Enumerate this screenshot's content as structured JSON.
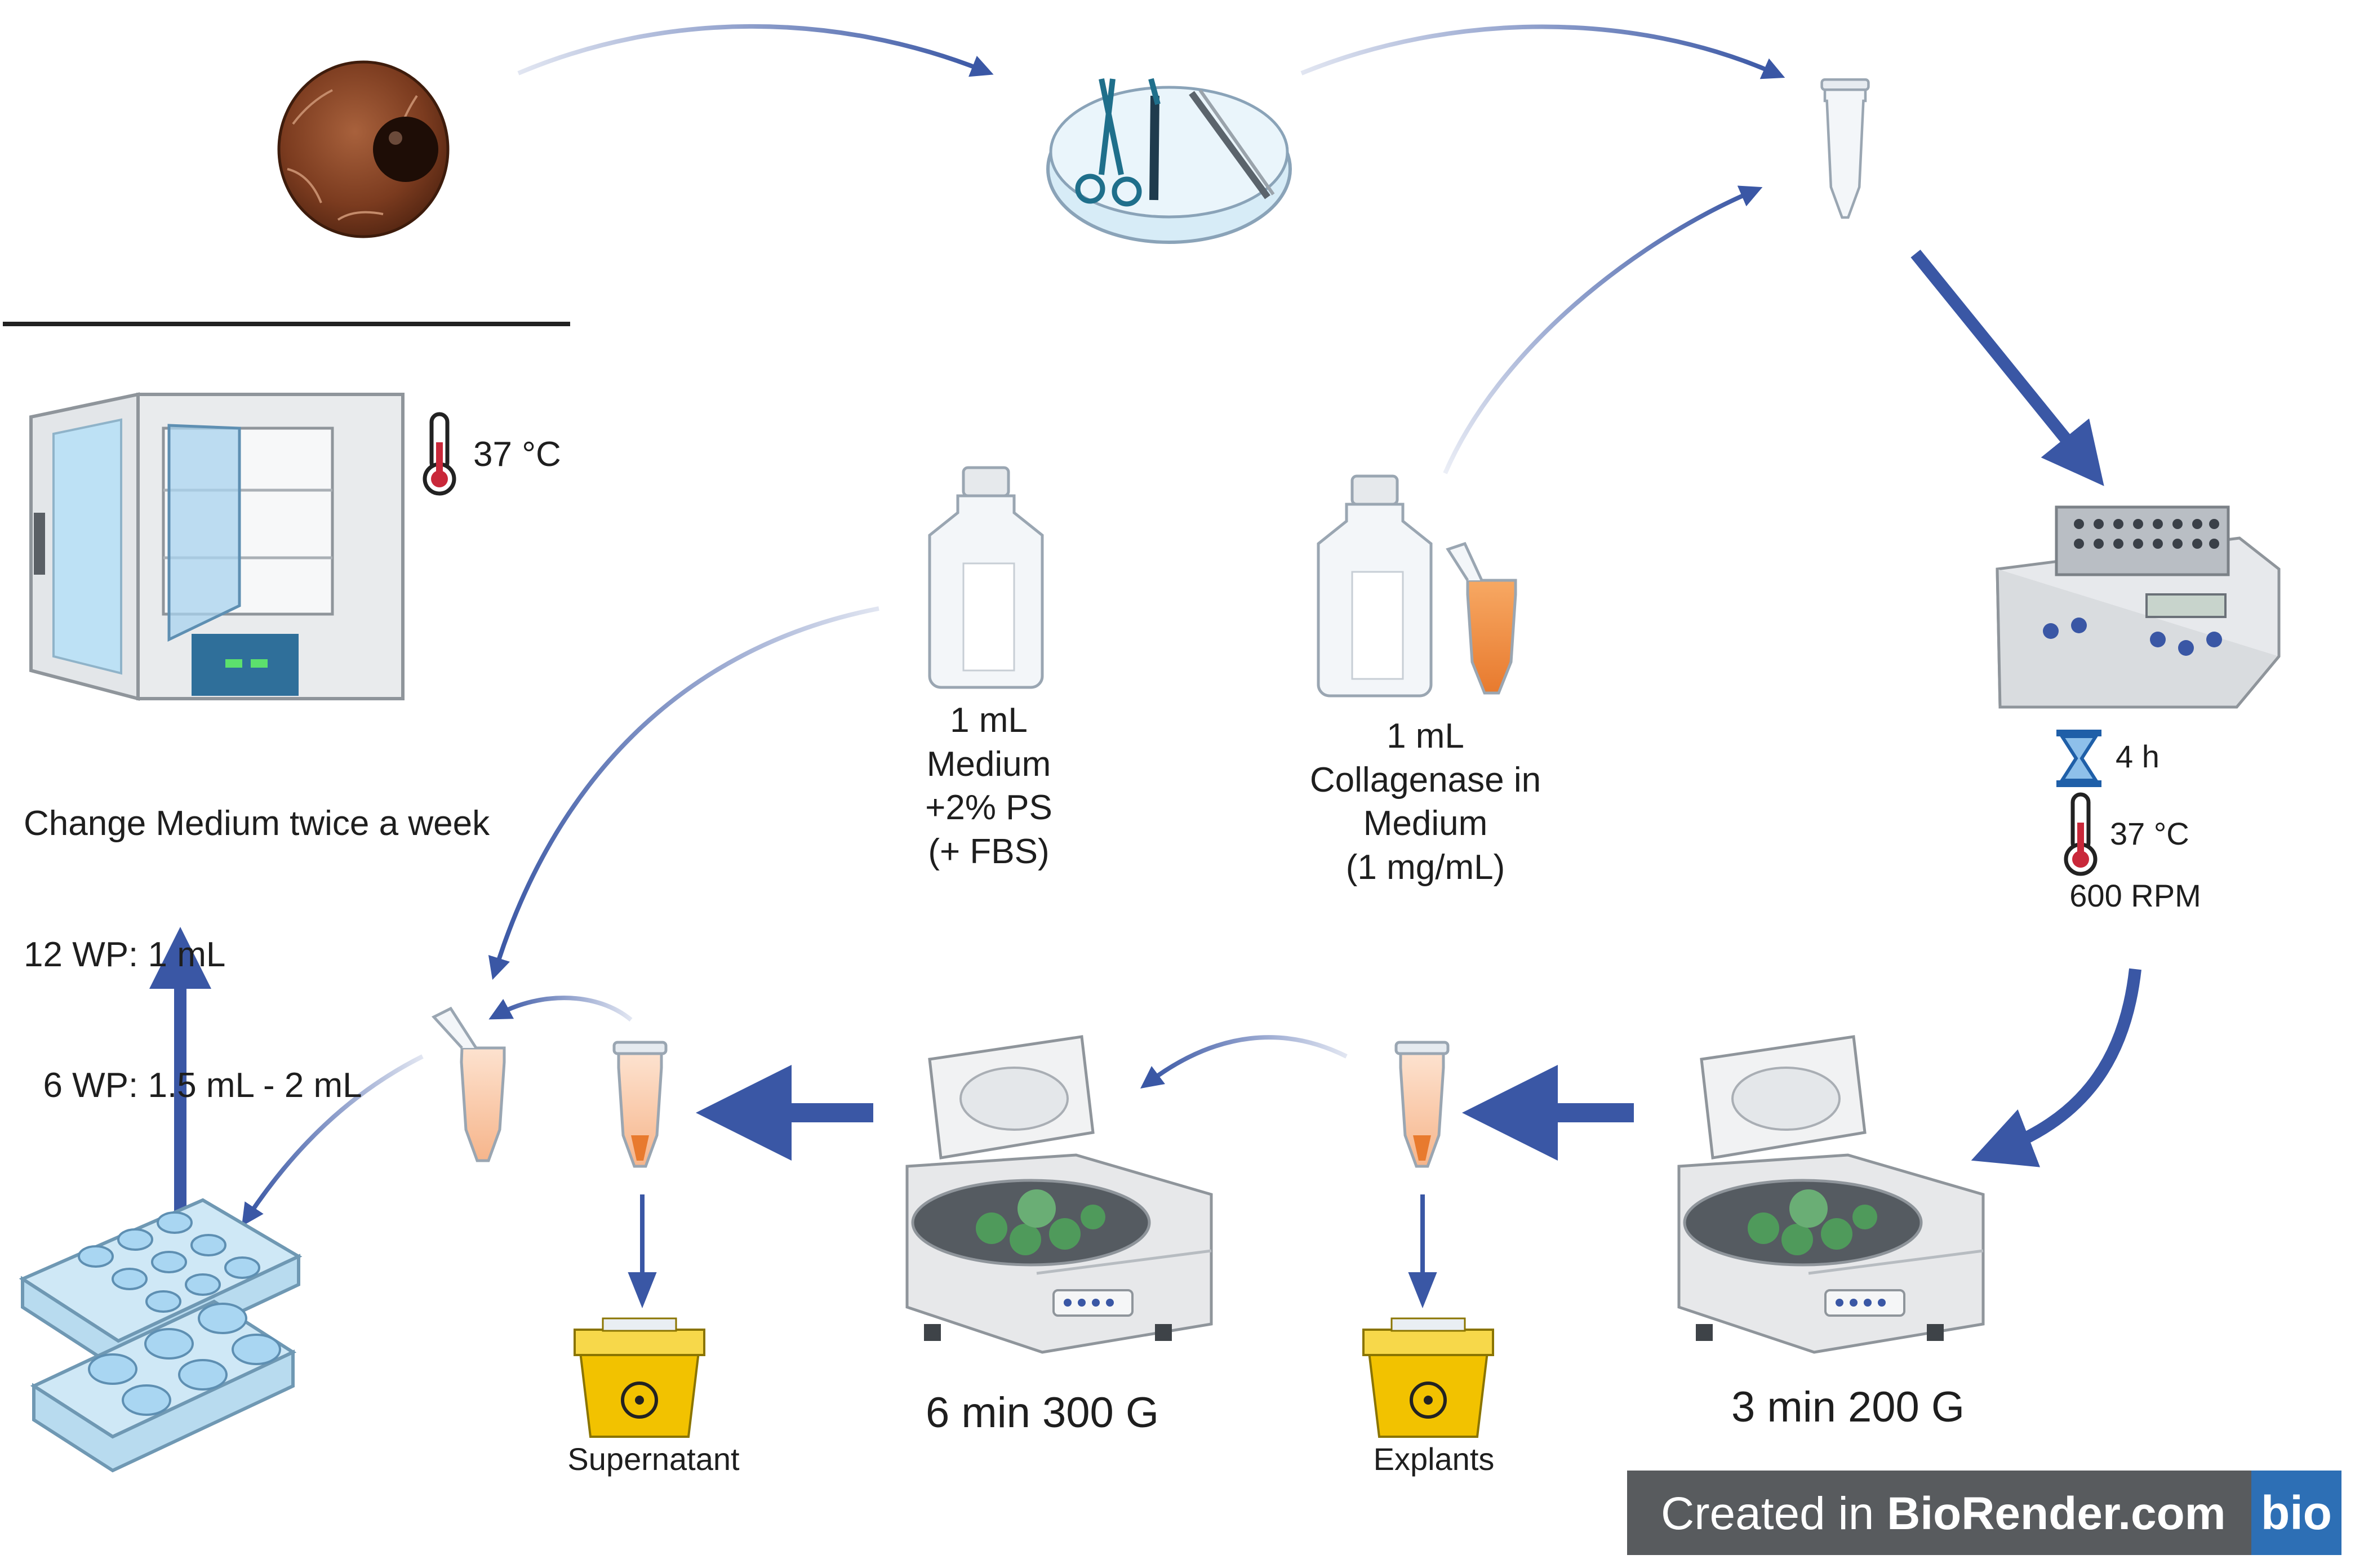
{
  "labels": {
    "incubator_temp": "37 °C",
    "medium_instructions": [
      "Change Medium twice a week",
      "12 WP: 1 mL",
      "  6 WP: 1.5 mL - 2 mL"
    ],
    "medium_bottle": [
      "1 mL",
      "Medium",
      "+2% PS",
      "(+ FBS)"
    ],
    "collagenase_bottle": [
      "1 mL",
      "Collagenase in",
      "Medium",
      "(1 mg/mL)"
    ],
    "shaker_time": "4 h",
    "shaker_temp": "37 °C",
    "shaker_speed": "600 RPM",
    "centrifuge1": "3 min 200 G",
    "centrifuge2": "6 min 300 G",
    "waste1": "Supernatant",
    "waste2": "Explants"
  },
  "badge": {
    "prefix": "Created in ",
    "brand": "BioRender.com",
    "logo": "bio"
  },
  "colors": {
    "arrow": "#3a57a5",
    "text": "#1e1e1e",
    "badge": "#585b5e",
    "logo": "#2d6fb5"
  },
  "icons": [
    "eye-icon",
    "petri-dish-with-tools-icon",
    "tube-icon",
    "thermo-shaker-icon",
    "centrifuge-icon",
    "biohazard-bin-icon",
    "bottle-icon",
    "incubator-icon",
    "well-plate-icon",
    "thermometer-icon",
    "hourglass-icon"
  ]
}
